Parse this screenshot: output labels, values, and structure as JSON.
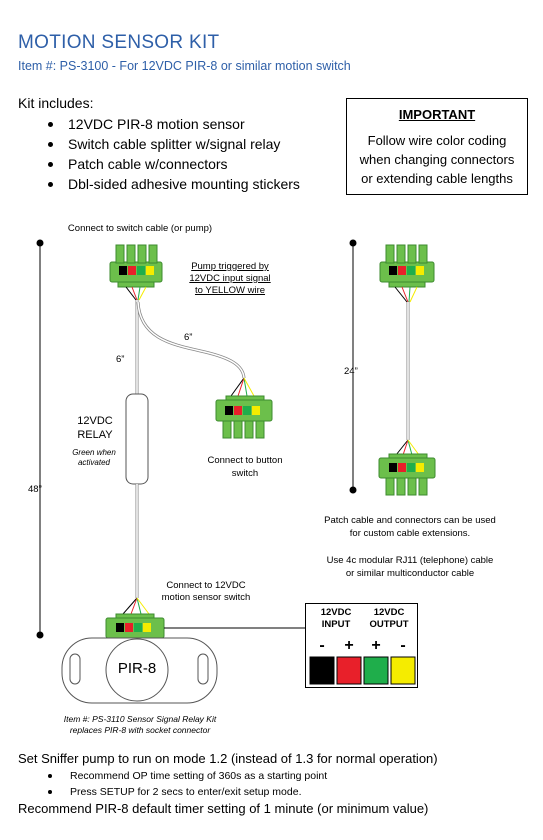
{
  "header": {
    "title": "MOTION SENSOR KIT",
    "subtitle": "Item #: PS-3100 - For 12VDC PIR-8 or similar motion switch"
  },
  "kit": {
    "heading": "Kit includes:",
    "items": [
      "12VDC PIR-8 motion sensor",
      "Switch cable splitter w/signal relay",
      "Patch cable w/connectors",
      "Dbl-sided adhesive mounting stickers"
    ]
  },
  "important": {
    "title": "IMPORTANT",
    "lines": [
      "Follow wire color coding",
      "when changing connectors",
      "or extending cable lengths"
    ]
  },
  "diagram": {
    "connect_switch": "Connect to switch cable (or pump)",
    "pump_triggered": [
      "Pump triggered by",
      "12VDC input signal",
      "to YELLOW wire"
    ],
    "len_6_branch": "6”",
    "len_6_main": "6”",
    "relay": [
      "12VDC",
      "RELAY"
    ],
    "relay_note": [
      "Green when",
      "activated"
    ],
    "connect_button": [
      "Connect to button",
      "switch"
    ],
    "len_48": "48”",
    "len_24": "24”",
    "connect_motion": [
      "Connect to 12VDC",
      "motion sensor switch"
    ],
    "sensor_label": "PIR-8",
    "item_note": [
      "Item #: PS-3110 Sensor Signal Relay Kit",
      "replaces PIR-8 with socket connector"
    ],
    "patch_note": [
      "Patch cable and connectors can be used",
      "for custom cable extensions."
    ],
    "rj11_note": [
      "Use 4c modular RJ11 (telephone) cable",
      "or similar multiconductor cable"
    ],
    "legend": {
      "input_label": [
        "12VDC",
        "INPUT"
      ],
      "output_label": [
        "12VDC",
        "OUTPUT"
      ],
      "signs": [
        "-",
        "+",
        "+",
        "-"
      ],
      "colors": [
        "#000000",
        "#e8202a",
        "#1fae4b",
        "#f5ec00"
      ]
    },
    "colors": {
      "connector_green": "#6cbf4b",
      "connector_dark": "#3d8b2f",
      "title_blue": "#2e5fa8"
    }
  },
  "footer": {
    "mode_line": "Set Sniffer pump to run on mode 1.2 (instead of 1.3 for normal operation)",
    "bullets": [
      "Recommend OP time setting of 360s as a starting point",
      "Press SETUP for 2 secs to enter/exit setup mode."
    ],
    "final_line": "Recommend PIR-8 default timer setting of 1 minute (or minimum value)"
  }
}
